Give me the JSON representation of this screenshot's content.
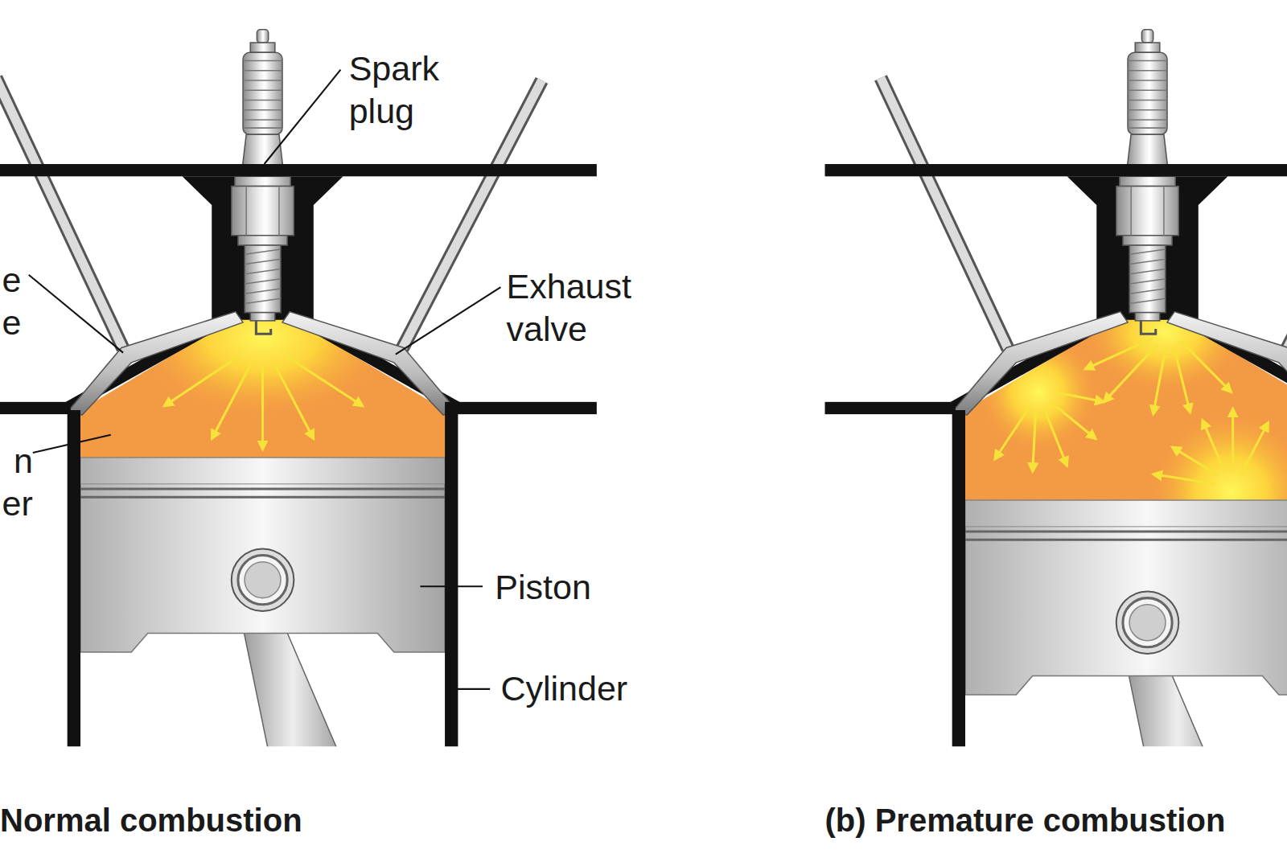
{
  "diagram": {
    "labels": [
      "Spark plug",
      "e e",
      "Exhaust valve",
      "n er",
      "Piston",
      "Cylinder",
      "Normal combustion",
      "(b) Premature combustion"
    ]
  }
}
